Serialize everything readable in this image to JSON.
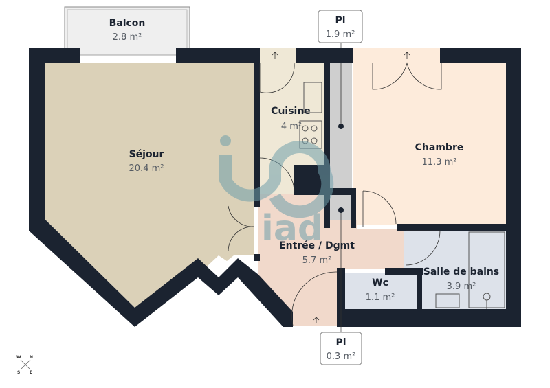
{
  "plan": {
    "colors": {
      "wall": "#1b2330",
      "sejour": "#dbd1b8",
      "cuisine": "#efe8d6",
      "chambre": "#fdebdb",
      "entree": "#f1d9cb",
      "bath": "#dde2ea",
      "placard": "#cfcfcf",
      "balcon": "#efefef",
      "watermark": "#6f9fab"
    },
    "rooms": [
      {
        "id": "balcon",
        "label": "Balcon",
        "area": "2.8 m²"
      },
      {
        "id": "sejour",
        "label": "Séjour",
        "area": "20.4 m²"
      },
      {
        "id": "cuisine",
        "label": "Cuisine",
        "area": "4 m²"
      },
      {
        "id": "chambre",
        "label": "Chambre",
        "area": "11.3 m²"
      },
      {
        "id": "entree",
        "label": "Entrée / Dgmt",
        "area": "5.7 m²"
      },
      {
        "id": "wc",
        "label": "Wc",
        "area": "1.1 m²"
      },
      {
        "id": "sdb",
        "label": "Salle de bains",
        "area": "3.9 m²"
      }
    ],
    "callouts": [
      {
        "id": "placard-top",
        "label": "Pl",
        "area": "1.9 m²"
      },
      {
        "id": "placard-bottom",
        "label": "Pl",
        "area": "0.3 m²"
      }
    ],
    "watermark": {
      "brand": "iad"
    },
    "compass": {
      "n": "N",
      "s": "S",
      "e": "E",
      "w": "W"
    }
  }
}
